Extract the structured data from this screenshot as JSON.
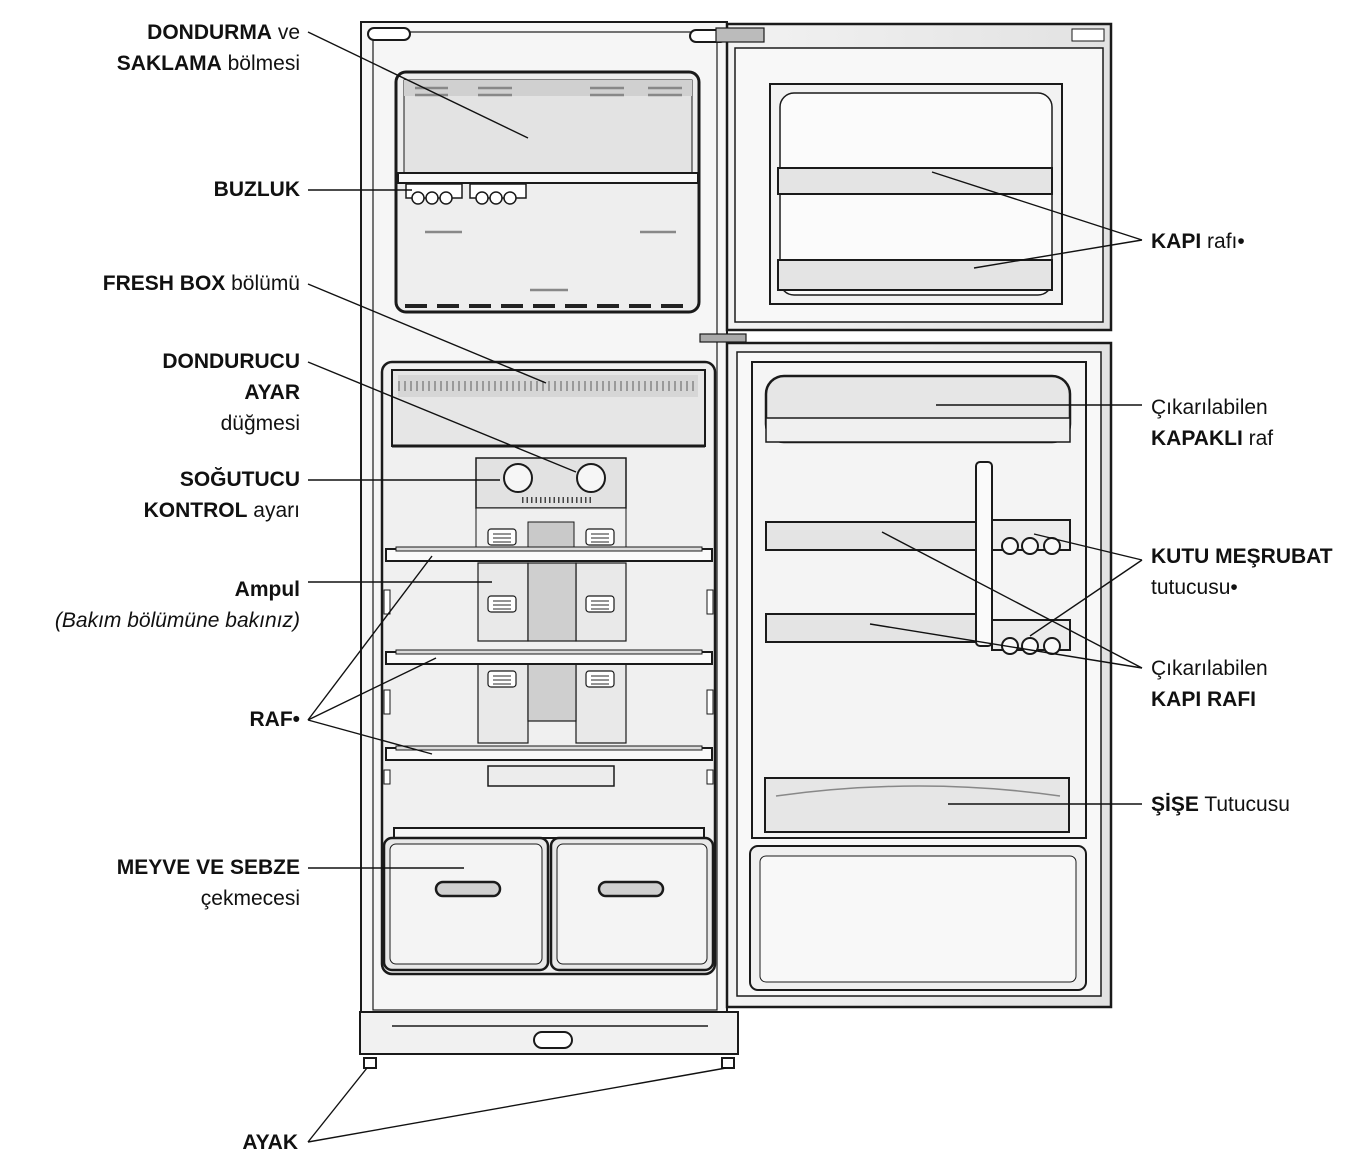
{
  "labels": {
    "dondurma": {
      "b1": "DONDURMA",
      "t1": " ve",
      "b2": "SAKLAMA",
      "t2": " bölmesi"
    },
    "buzluk": {
      "b1": "BUZLUK"
    },
    "freshbox": {
      "b1": "FRESH BOX",
      "t1": " bölümü"
    },
    "dondurucu": {
      "b1": "DONDURUCU",
      "b2": "AYAR",
      "t3": "düğmesi"
    },
    "sogutucu": {
      "b1": "SOĞUTUCU",
      "b2": "KONTROL",
      "t2": " ayarı"
    },
    "ampul": {
      "b1": "Ampul",
      "t2": "(Bakım bölümüne bakınız)"
    },
    "raf": {
      "b1": "RAF•"
    },
    "meyve": {
      "b1": "MEYVE VE SEBZE",
      "t2": "çekmecesi"
    },
    "ayak": {
      "b1": "AYAK"
    },
    "kapi_rafi": {
      "b1": "KAPI",
      "t1": " rafı•"
    },
    "kapakli": {
      "t1": "Çıkarılabilen",
      "b2": "KAPAKLI",
      "t2": " raf"
    },
    "kutu": {
      "b1": "KUTU MEŞRUBAT",
      "t2": "tutucusu•"
    },
    "cikarilabilen_kapi": {
      "t1": "Çıkarılabilen",
      "b2": "KAPI RAFI"
    },
    "sise": {
      "b1": "ŞİŞE",
      "t1": " Tutucusu"
    }
  },
  "colors": {
    "outline": "#1a1a1a",
    "fill": "#f4f4f4",
    "shade": "#d9d9d9",
    "dark": "#9a9a9a"
  }
}
